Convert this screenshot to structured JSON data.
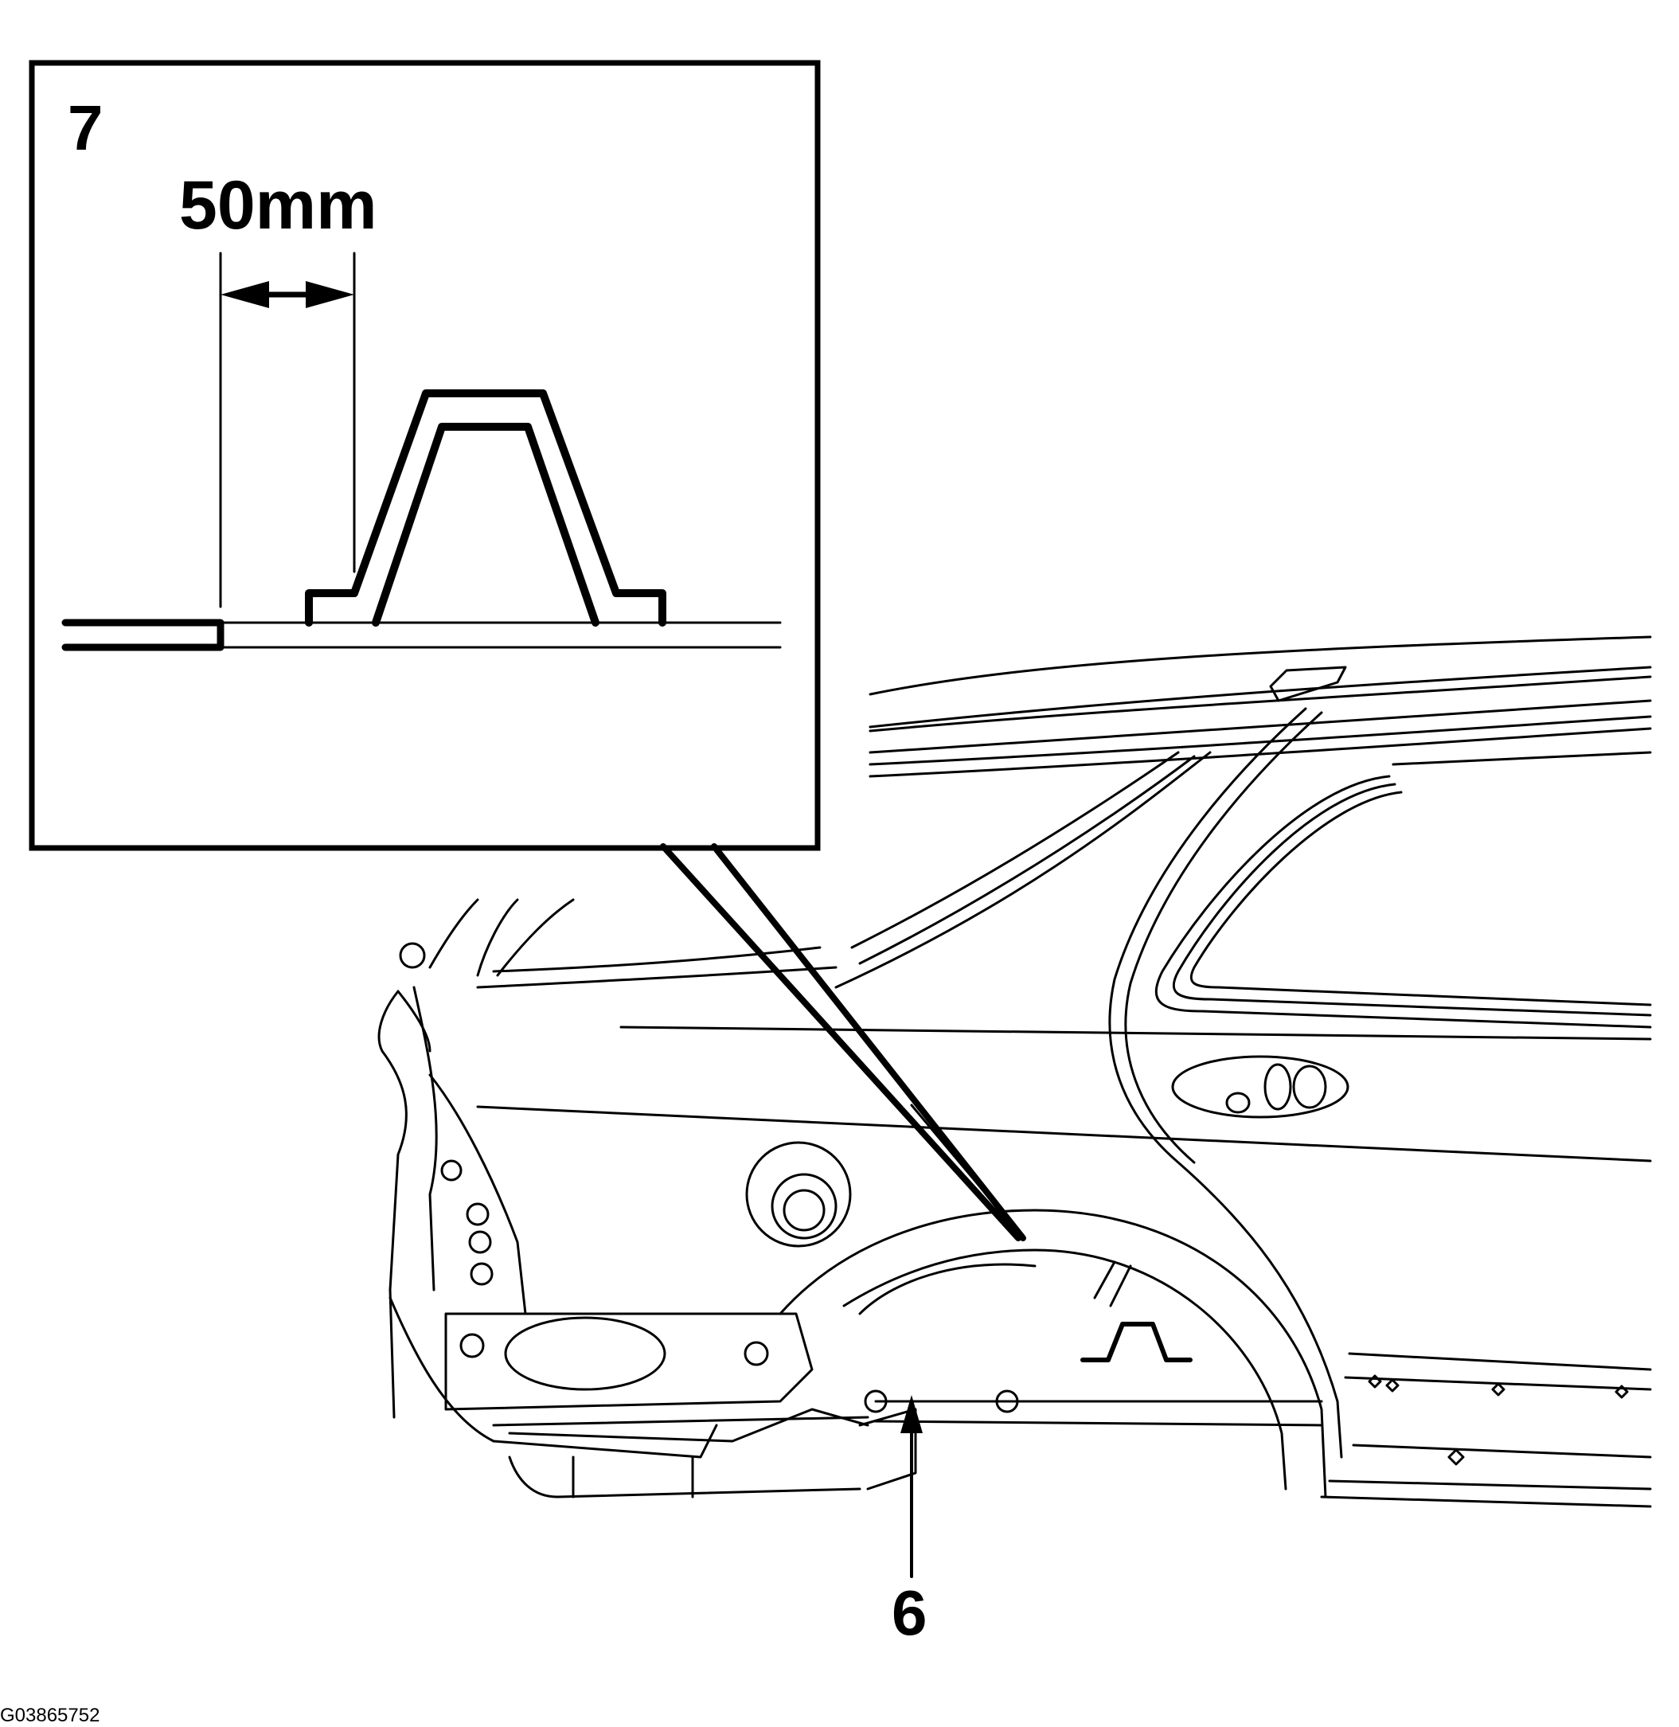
{
  "inset": {
    "step_label": "7",
    "dimension_label": "50mm"
  },
  "callout": {
    "step_label": "6"
  },
  "figure_id": "G03865752",
  "colors": {
    "ink": "#000000",
    "paper": "#ffffff"
  }
}
